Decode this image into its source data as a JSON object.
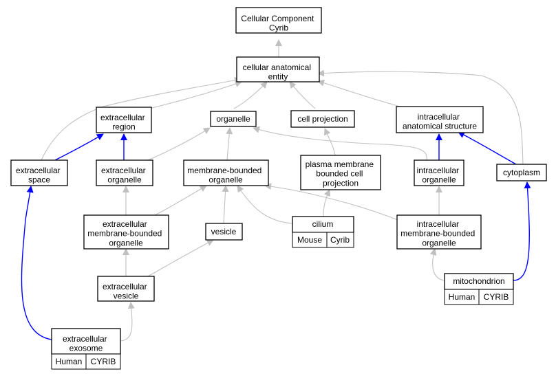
{
  "colors": {
    "background": "#ffffff",
    "is_a_edge": "#c0c0c0",
    "part_of_edge": "#0000ff",
    "human_gene": "#fa6449",
    "mouse_gene": "#add8e6",
    "node_border": "#000000"
  },
  "nodes": {
    "root": [
      "Cellular Component",
      "Cyrib"
    ],
    "cae": [
      "cellular anatomical",
      "entity"
    ],
    "ecr": [
      "extracellular",
      "region"
    ],
    "org": [
      "organelle"
    ],
    "cp": [
      "cell projection"
    ],
    "ias": [
      "intracellular",
      "anatomical structure"
    ],
    "ecs": [
      "extracellular",
      "space"
    ],
    "eco": [
      "extracellular",
      "organelle"
    ],
    "mbo": [
      "membrane-bounded",
      "organelle"
    ],
    "pmbcp": [
      "plasma membrane",
      "bounded cell",
      "projection"
    ],
    "io": [
      "intracellular",
      "organelle"
    ],
    "cyto": [
      "cytoplasm"
    ],
    "ecmbo": [
      "extracellular",
      "membrane-bounded",
      "organelle"
    ],
    "ves": [
      "vesicle"
    ],
    "cil": [
      "cilium"
    ],
    "imbo": [
      "intracellular",
      "membrane-bounded",
      "organelle"
    ],
    "ecv": [
      "extracellular",
      "vesicle"
    ],
    "mito": [
      "mitochondrion"
    ],
    "exo": [
      "extracellular",
      "exosome"
    ]
  },
  "genes": {
    "cil": [
      {
        "species": "Mouse",
        "symbol": "Cyrib",
        "color": "#add8e6"
      }
    ],
    "mito": [
      {
        "species": "Human",
        "symbol": "CYRIB",
        "color": "#fa6449"
      }
    ],
    "exo": [
      {
        "species": "Human",
        "symbol": "CYRIB",
        "color": "#fa6449"
      }
    ]
  },
  "edges": [
    {
      "from": "cae",
      "to": "root",
      "type": "is_a"
    },
    {
      "from": "ecr",
      "to": "cae",
      "type": "is_a"
    },
    {
      "from": "org",
      "to": "cae",
      "type": "is_a"
    },
    {
      "from": "cp",
      "to": "cae",
      "type": "is_a"
    },
    {
      "from": "ias",
      "to": "cae",
      "type": "is_a"
    },
    {
      "from": "ecs",
      "to": "cae",
      "type": "is_a"
    },
    {
      "from": "cyto",
      "to": "cae",
      "type": "is_a"
    },
    {
      "from": "ecs",
      "to": "ecr",
      "type": "part_of"
    },
    {
      "from": "eco",
      "to": "ecr",
      "type": "part_of"
    },
    {
      "from": "eco",
      "to": "org",
      "type": "is_a"
    },
    {
      "from": "mbo",
      "to": "org",
      "type": "is_a"
    },
    {
      "from": "io",
      "to": "org",
      "type": "is_a"
    },
    {
      "from": "pmbcp",
      "to": "cp",
      "type": "is_a"
    },
    {
      "from": "io",
      "to": "ias",
      "type": "part_of"
    },
    {
      "from": "cyto",
      "to": "ias",
      "type": "part_of"
    },
    {
      "from": "ecmbo",
      "to": "eco",
      "type": "is_a"
    },
    {
      "from": "ecmbo",
      "to": "mbo",
      "type": "is_a"
    },
    {
      "from": "ves",
      "to": "mbo",
      "type": "is_a"
    },
    {
      "from": "cil",
      "to": "mbo",
      "type": "is_a"
    },
    {
      "from": "imbo",
      "to": "mbo",
      "type": "is_a"
    },
    {
      "from": "cil",
      "to": "pmbcp",
      "type": "is_a"
    },
    {
      "from": "imbo",
      "to": "io",
      "type": "is_a"
    },
    {
      "from": "mito",
      "to": "imbo",
      "type": "is_a"
    },
    {
      "from": "mito",
      "to": "cyto",
      "type": "part_of"
    },
    {
      "from": "ecv",
      "to": "ecmbo",
      "type": "is_a"
    },
    {
      "from": "ecv",
      "to": "ves",
      "type": "is_a"
    },
    {
      "from": "exo",
      "to": "ecv",
      "type": "is_a"
    },
    {
      "from": "exo",
      "to": "ecs",
      "type": "part_of"
    }
  ]
}
